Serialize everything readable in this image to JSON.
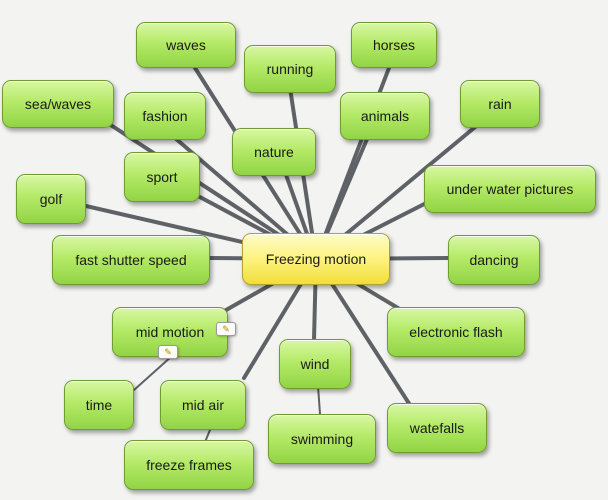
{
  "diagram": {
    "central": "Freezing motion",
    "nodes": [
      {
        "id": "waves",
        "label": "waves"
      },
      {
        "id": "running",
        "label": "running"
      },
      {
        "id": "horses",
        "label": "horses"
      },
      {
        "id": "sea-waves",
        "label": "sea/waves"
      },
      {
        "id": "fashion",
        "label": "fashion"
      },
      {
        "id": "animals",
        "label": "animals"
      },
      {
        "id": "rain",
        "label": "rain"
      },
      {
        "id": "nature",
        "label": "nature"
      },
      {
        "id": "sport",
        "label": "sport"
      },
      {
        "id": "golf",
        "label": "golf"
      },
      {
        "id": "under-water-pictures",
        "label": "under water pictures"
      },
      {
        "id": "fast-shutter-speed",
        "label": "fast shutter speed"
      },
      {
        "id": "dancing",
        "label": "dancing"
      },
      {
        "id": "mid-motion",
        "label": "mid motion"
      },
      {
        "id": "electronic-flash",
        "label": "electronic flash"
      },
      {
        "id": "wind",
        "label": "wind"
      },
      {
        "id": "time",
        "label": "time"
      },
      {
        "id": "mid-air",
        "label": "mid air"
      },
      {
        "id": "watefalls",
        "label": "watefalls"
      },
      {
        "id": "swimming",
        "label": "swimming"
      },
      {
        "id": "freeze-frames",
        "label": "freeze frames"
      }
    ],
    "note_icon": "note-icon"
  }
}
